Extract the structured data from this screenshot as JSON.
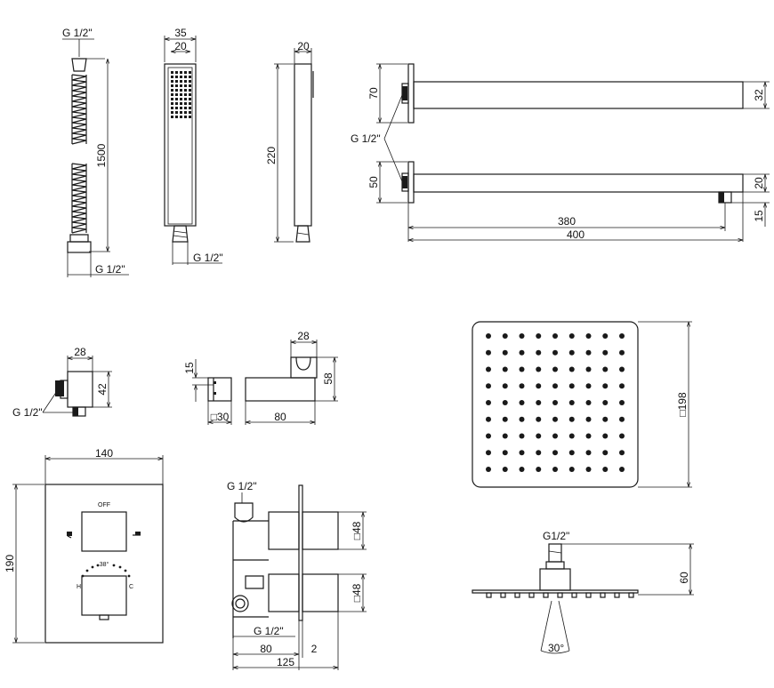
{
  "hose": {
    "thread_top": "G 1/2\"",
    "length": "1500",
    "thread_bottom": "G 1/2\""
  },
  "hand_shower": {
    "width_outer": "35",
    "width_inner": "20",
    "length": "220",
    "thread": "G 1/2\"",
    "side_width": "20"
  },
  "arms": {
    "arm1_height": "70",
    "arm1_tube": "32",
    "thread": "G 1/2\"",
    "arm2_height": "50",
    "arm2_tube": "20",
    "arm2_outlet": "15",
    "length_inner": "380",
    "length_total": "400"
  },
  "outlet": {
    "width": "28",
    "height": "42",
    "thread": "G 1/2\""
  },
  "holder": {
    "small_h": "15",
    "square": "□30",
    "length": "80",
    "top_w": "28",
    "height": "58"
  },
  "head": {
    "size": "□198",
    "thread": "G1/2\"",
    "height": "60",
    "angle": "30°"
  },
  "mixer": {
    "width": "140",
    "height": "190",
    "off_label": "OFF",
    "temp_label": "38°",
    "hot_label": "H",
    "cold_label": "C"
  },
  "mixer_side": {
    "thread_top": "G 1/2\"",
    "thread_bottom": "G 1/2\"",
    "sq_top": "□48",
    "sq_bottom": "□48",
    "depth_body": "80",
    "depth_plate": "2",
    "depth_total": "125"
  }
}
